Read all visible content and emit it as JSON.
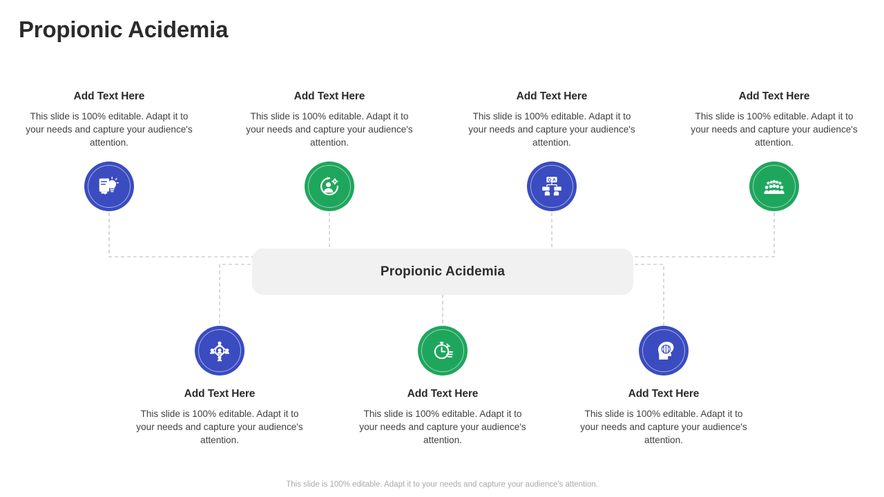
{
  "slide": {
    "title": "Propionic Acidemia",
    "center_label": "Propionic Acidemia",
    "footer_note": "This slide is 100% editable. Adapt it to your needs and capture your audience's attention.",
    "colors": {
      "blue": "#3a4cbf",
      "green": "#1fa65d",
      "center_box_bg": "#f1f1f1",
      "title_text": "#2b2b2b",
      "body_text": "#404040",
      "connector": "#b9b9b9",
      "footer_text": "#a9a9a9"
    }
  },
  "nodes": [
    {
      "position": "top",
      "heading": "Add Text Here",
      "body": "This slide is 100% editable. Adapt it to your needs and capture your audience's attention.",
      "icon": "idea-board-icon",
      "icon_color": "blue"
    },
    {
      "position": "top",
      "heading": "Add Text Here",
      "body": "This slide is 100% editable. Adapt it to your needs and capture your audience's attention.",
      "icon": "user-settings-icon",
      "icon_color": "green"
    },
    {
      "position": "top",
      "heading": "Add Text Here",
      "body": "This slide is 100% editable. Adapt it to your needs and capture your audience's attention.",
      "icon": "question-answer-icon",
      "icon_color": "blue"
    },
    {
      "position": "top",
      "heading": "Add Text Here",
      "body": "This slide is 100% editable. Adapt it to your needs and capture your audience's attention.",
      "icon": "team-rating-stars-icon",
      "icon_color": "green"
    },
    {
      "position": "bottom",
      "heading": "Add Text Here",
      "body": "This slide is 100% editable. Adapt it to your needs and capture your audience's attention.",
      "icon": "people-network-icon",
      "icon_color": "blue"
    },
    {
      "position": "bottom",
      "heading": "Add Text Here",
      "body": "This slide is 100% editable. Adapt it to your needs and capture your audience's attention.",
      "icon": "stopwatch-speed-icon",
      "icon_color": "green"
    },
    {
      "position": "bottom",
      "heading": "Add Text Here",
      "body": "This slide is 100% editable. Adapt it to your needs and capture your audience's attention.",
      "icon": "brain-head-icon",
      "icon_color": "blue"
    }
  ]
}
